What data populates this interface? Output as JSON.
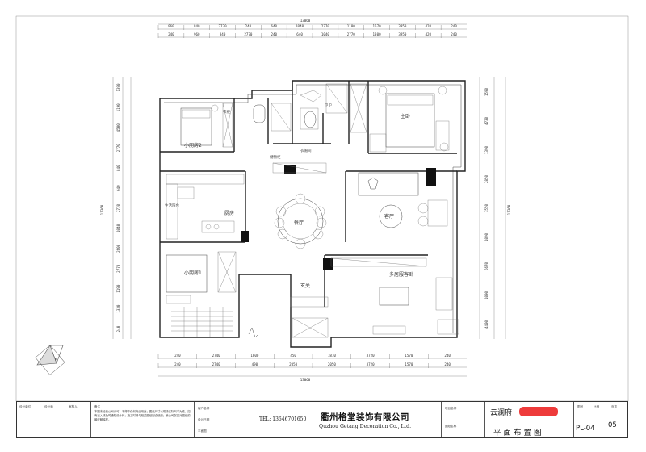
{
  "plan": {
    "rooms": {
      "master_bedroom": "主卧",
      "second_bedroom_2": "小朋房2",
      "second_bedroom_1": "小朋房1",
      "kitchen": "厨房",
      "dining": "餐厅",
      "living": "客厅",
      "multi_room": "多居服客卧",
      "entry": "玄关",
      "bath": "卫卫",
      "closet": "衣帽间",
      "storage": "储物柜",
      "wardrobe": "衣柜",
      "utility": "生活阳台"
    },
    "dims_top_1": [
      "960",
      "840",
      "2770",
      "240",
      "640",
      "1040",
      "2770",
      "1100",
      "1570",
      "3950",
      "420",
      "240"
    ],
    "dims_top_2": [
      "240",
      "960",
      "840",
      "2770",
      "240",
      "640",
      "1040",
      "2770",
      "1300",
      "3950",
      "420",
      "240"
    ],
    "dims_top_total": "13060",
    "dims_bottom_1": [
      "240",
      "2740",
      "1600",
      "450",
      "1810",
      "3720",
      "1570",
      "240"
    ],
    "dims_bottom_2": [
      "240",
      "2740",
      "490",
      "2050",
      "2050",
      "3720",
      "1570",
      "240"
    ],
    "dims_bottom_total": "13060",
    "dims_left": [
      "1390",
      "1190",
      "4500",
      "2770",
      "840",
      "640",
      "2770",
      "1040",
      "2600",
      "2770",
      "1190",
      "1330",
      "240"
    ],
    "dims_left_total": "11360",
    "dims_right": [
      "1590",
      "4730",
      "1390",
      "2850",
      "3550",
      "1090",
      "6670",
      "1090",
      "4400"
    ],
    "dims_right_total": "11360",
    "north": "N"
  },
  "titleblock": {
    "labels": [
      "设计单位",
      "设计师",
      "审核人",
      "项目名称",
      "图纸名称",
      "图号",
      "比例",
      "日期",
      "页次"
    ],
    "notes_heading": "备注",
    "notes": "本图未经我公司许可，不得作任何商业用途；图纸尺寸以现场实际尺寸为准，如有出入请及时通知设计师；施工时请与相关图纸配合使用；我公司保留对图纸的最终解释权。",
    "sub_labels": [
      "客户名称",
      "设计日期",
      "平面图"
    ],
    "phone": "TEL: 13646701650",
    "company_cn": "衢州格堂装饰有限公司",
    "company_en": "Quzhou Getang Decoration Co., Ltd.",
    "project": "云澜府",
    "drawing_title": "平面布置图",
    "drawing_no": "PL-04",
    "page_no": "05"
  }
}
